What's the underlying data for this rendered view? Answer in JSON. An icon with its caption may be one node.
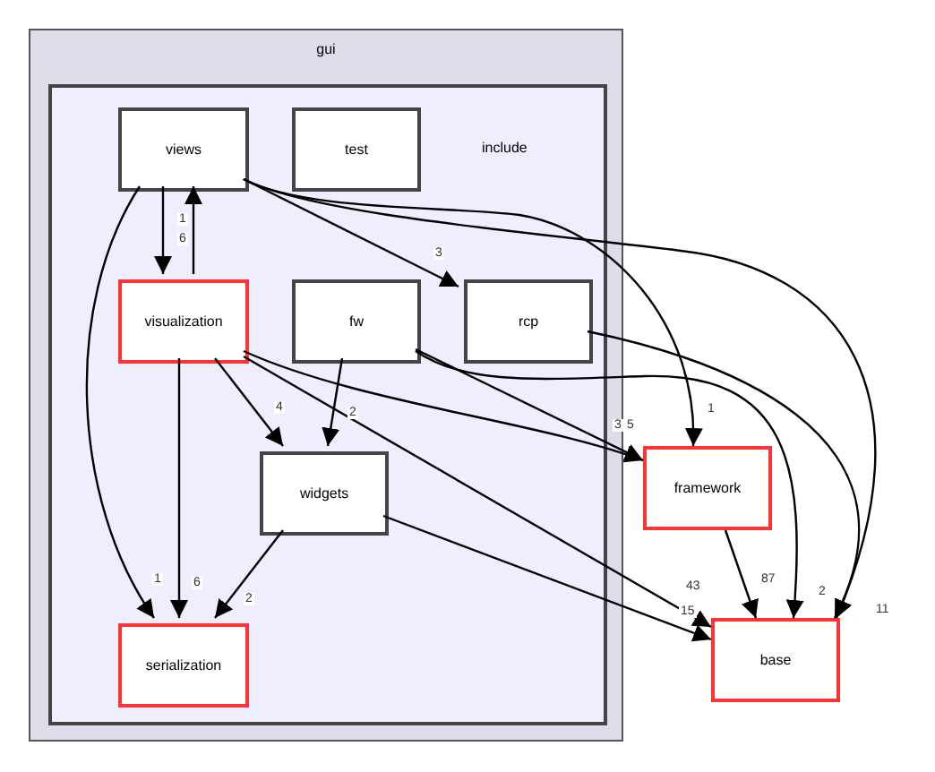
{
  "diagram": {
    "nodes": [
      {
        "text": [
          "gui"
        ]
      },
      {
        "text": [
          "include"
        ],
        "in": 0
      },
      {
        "text": [
          "views"
        ],
        "in": 1
      },
      {
        "text": [
          "test"
        ],
        "in": 1
      },
      {
        "text": [
          "visualization"
        ],
        "in": 1
      },
      {
        "text": [
          "fw"
        ],
        "in": 1
      },
      {
        "text": [
          "rcp"
        ],
        "in": 1
      },
      {
        "text": [
          "widgets"
        ],
        "in": 1
      },
      {
        "text": [
          "serialization"
        ],
        "in": 1
      },
      {
        "text": [
          "framework"
        ]
      },
      {
        "text": [
          "base"
        ]
      }
    ],
    "edges": [
      {
        "from": 2,
        "to": 4,
        "arrow": "to",
        "label": "6"
      },
      {
        "from": 4,
        "to": 2,
        "arrow": "to",
        "label": "1"
      },
      {
        "from": 2,
        "to": 6,
        "arrow": "to",
        "label": "3"
      },
      {
        "from": 2,
        "to": 9,
        "arrow": "to",
        "label": "1"
      },
      {
        "from": 2,
        "to": 10,
        "arrow": "to",
        "label": "11"
      },
      {
        "from": 2,
        "to": 8,
        "arrow": "to",
        "label": "1"
      },
      {
        "from": 4,
        "to": 8,
        "arrow": "to",
        "label": "6"
      },
      {
        "from": 4,
        "to": 7,
        "arrow": "to",
        "label": "4"
      },
      {
        "from": 4,
        "to": 9,
        "arrow": "to",
        "label": "3"
      },
      {
        "from": 4,
        "to": 10,
        "arrow": "to",
        "label": "43"
      },
      {
        "from": 5,
        "to": 7,
        "arrow": "to",
        "label": "2"
      },
      {
        "from": 5,
        "to": 9,
        "arrow": "to",
        "label": "5"
      },
      {
        "from": 5,
        "to": 10,
        "arrow": "to",
        "label": "2"
      },
      {
        "from": 6,
        "to": 10,
        "arrow": "to"
      },
      {
        "from": 7,
        "to": 8,
        "arrow": "to",
        "label": "2"
      },
      {
        "from": 7,
        "to": 10,
        "arrow": "to",
        "label": "15"
      },
      {
        "from": 9,
        "to": 10,
        "arrow": "to",
        "label": "87"
      }
    ]
  }
}
